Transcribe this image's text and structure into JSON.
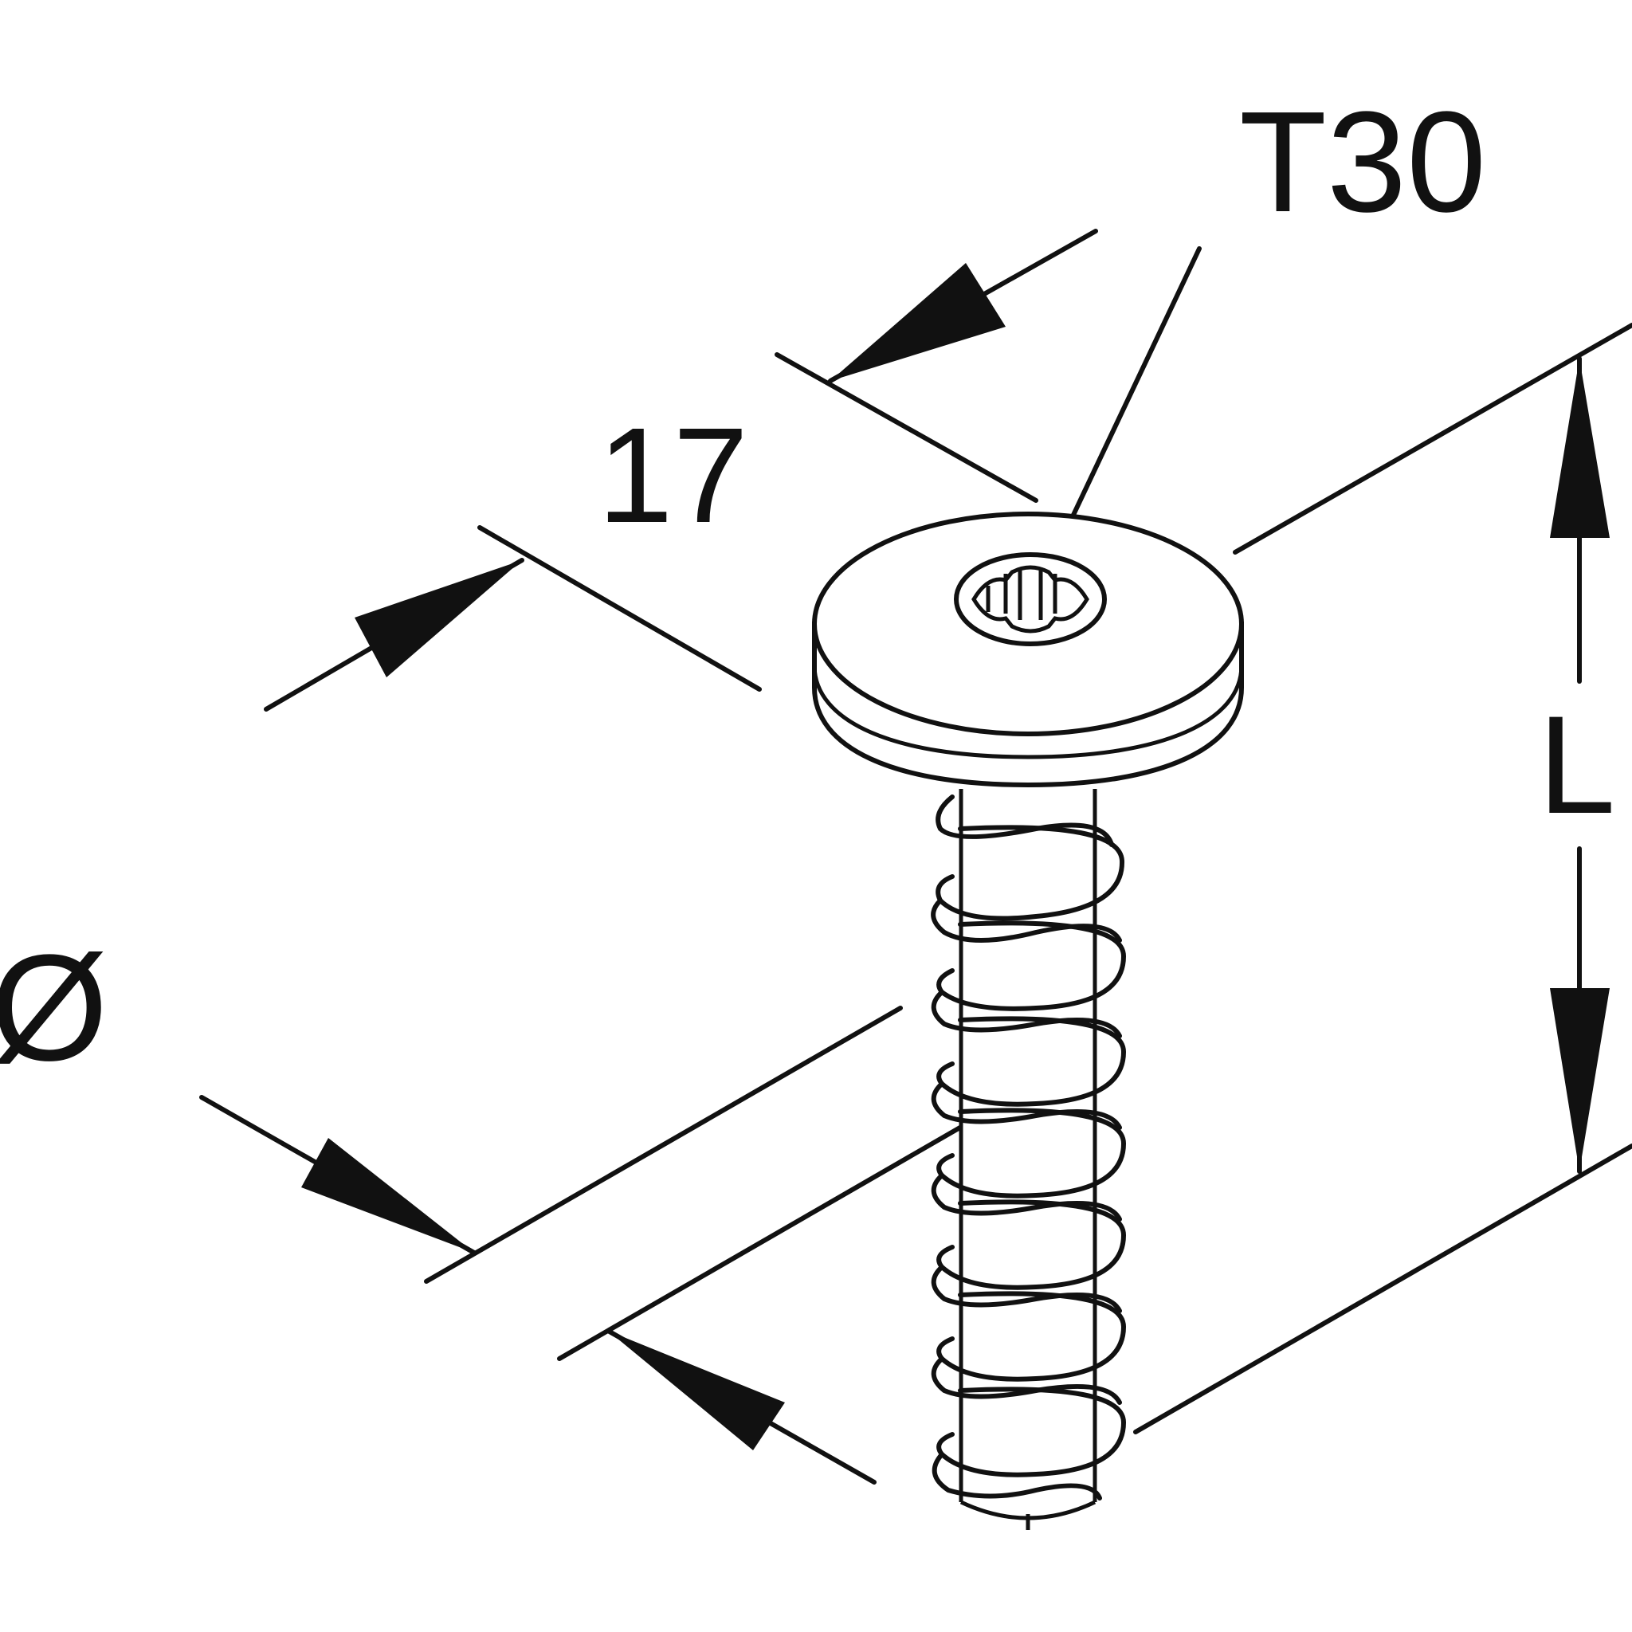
{
  "drive_label": "T30",
  "head_diameter_label": "17",
  "thread_diameter_label": "Ø",
  "length_label": "L",
  "colors": {
    "line": "#111111",
    "background": "#ffffff"
  }
}
